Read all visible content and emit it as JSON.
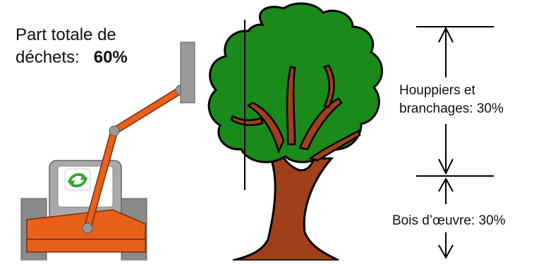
{
  "total_waste": {
    "line1": "Part totale de",
    "line2_prefix": "déchets:",
    "value": "60%"
  },
  "segments": [
    {
      "label_line1": "Houppiers et",
      "label_line2": "branchages: 30%"
    },
    {
      "label_line1": "Bois d’œuvre: 30%"
    }
  ],
  "colors": {
    "foliage": "#1a8a1a",
    "trunk": "#a0401a",
    "machine_arm": "#e8601a",
    "machine_body": "#999999",
    "outline": "#000000"
  },
  "icons": {
    "machine": "harvester-icon",
    "recycle": "recycle-arrows-icon",
    "tree": "tree-icon"
  }
}
